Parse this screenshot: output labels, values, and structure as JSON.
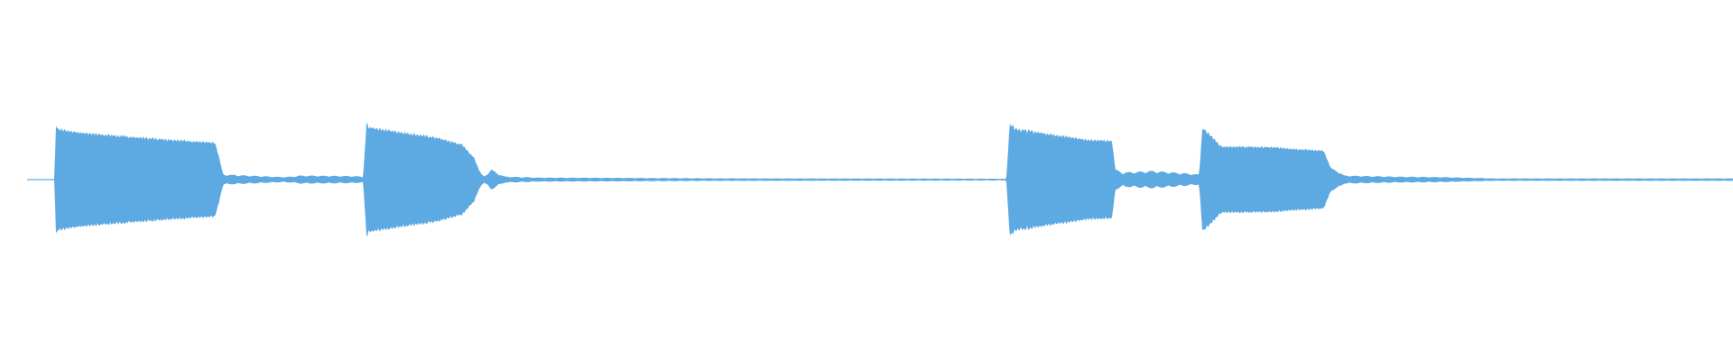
{
  "waveform": {
    "color": "#5DA9E2",
    "background": "#FFFFFF",
    "amplitude_envelope": [
      [
        0.0,
        0.0
      ],
      [
        0.016,
        0.004
      ],
      [
        0.017,
        0.66
      ],
      [
        0.018,
        0.58
      ],
      [
        0.03,
        0.54
      ],
      [
        0.06,
        0.49
      ],
      [
        0.09,
        0.45
      ],
      [
        0.11,
        0.42
      ],
      [
        0.112,
        0.3
      ],
      [
        0.115,
        0.05
      ],
      [
        0.15,
        0.025
      ],
      [
        0.156,
        0.03
      ],
      [
        0.16,
        0.04
      ],
      [
        0.19,
        0.035
      ],
      [
        0.197,
        0.03
      ],
      [
        0.199,
        0.66
      ],
      [
        0.2,
        0.6
      ],
      [
        0.22,
        0.54
      ],
      [
        0.24,
        0.48
      ],
      [
        0.255,
        0.4
      ],
      [
        0.262,
        0.25
      ],
      [
        0.266,
        0.06
      ],
      [
        0.268,
        0.03
      ],
      [
        0.272,
        0.1
      ],
      [
        0.276,
        0.06
      ],
      [
        0.28,
        0.03
      ],
      [
        0.3,
        0.02
      ],
      [
        0.35,
        0.017
      ],
      [
        0.4,
        0.013
      ],
      [
        0.45,
        0.012
      ],
      [
        0.5,
        0.011
      ],
      [
        0.57,
        0.009
      ],
      [
        0.574,
        0.007
      ],
      [
        0.576,
        0.64
      ],
      [
        0.58,
        0.58
      ],
      [
        0.62,
        0.46
      ],
      [
        0.636,
        0.44
      ],
      [
        0.638,
        0.1
      ],
      [
        0.642,
        0.07
      ],
      [
        0.66,
        0.085
      ],
      [
        0.68,
        0.06
      ],
      [
        0.687,
        0.05
      ],
      [
        0.689,
        0.6
      ],
      [
        0.7,
        0.38
      ],
      [
        0.73,
        0.37
      ],
      [
        0.76,
        0.33
      ],
      [
        0.764,
        0.14
      ],
      [
        0.772,
        0.04
      ],
      [
        0.8,
        0.03
      ],
      [
        0.83,
        0.025
      ],
      [
        0.86,
        0.012
      ],
      [
        0.9,
        0.012
      ],
      [
        0.95,
        0.012
      ],
      [
        1.0,
        0.012
      ]
    ]
  }
}
